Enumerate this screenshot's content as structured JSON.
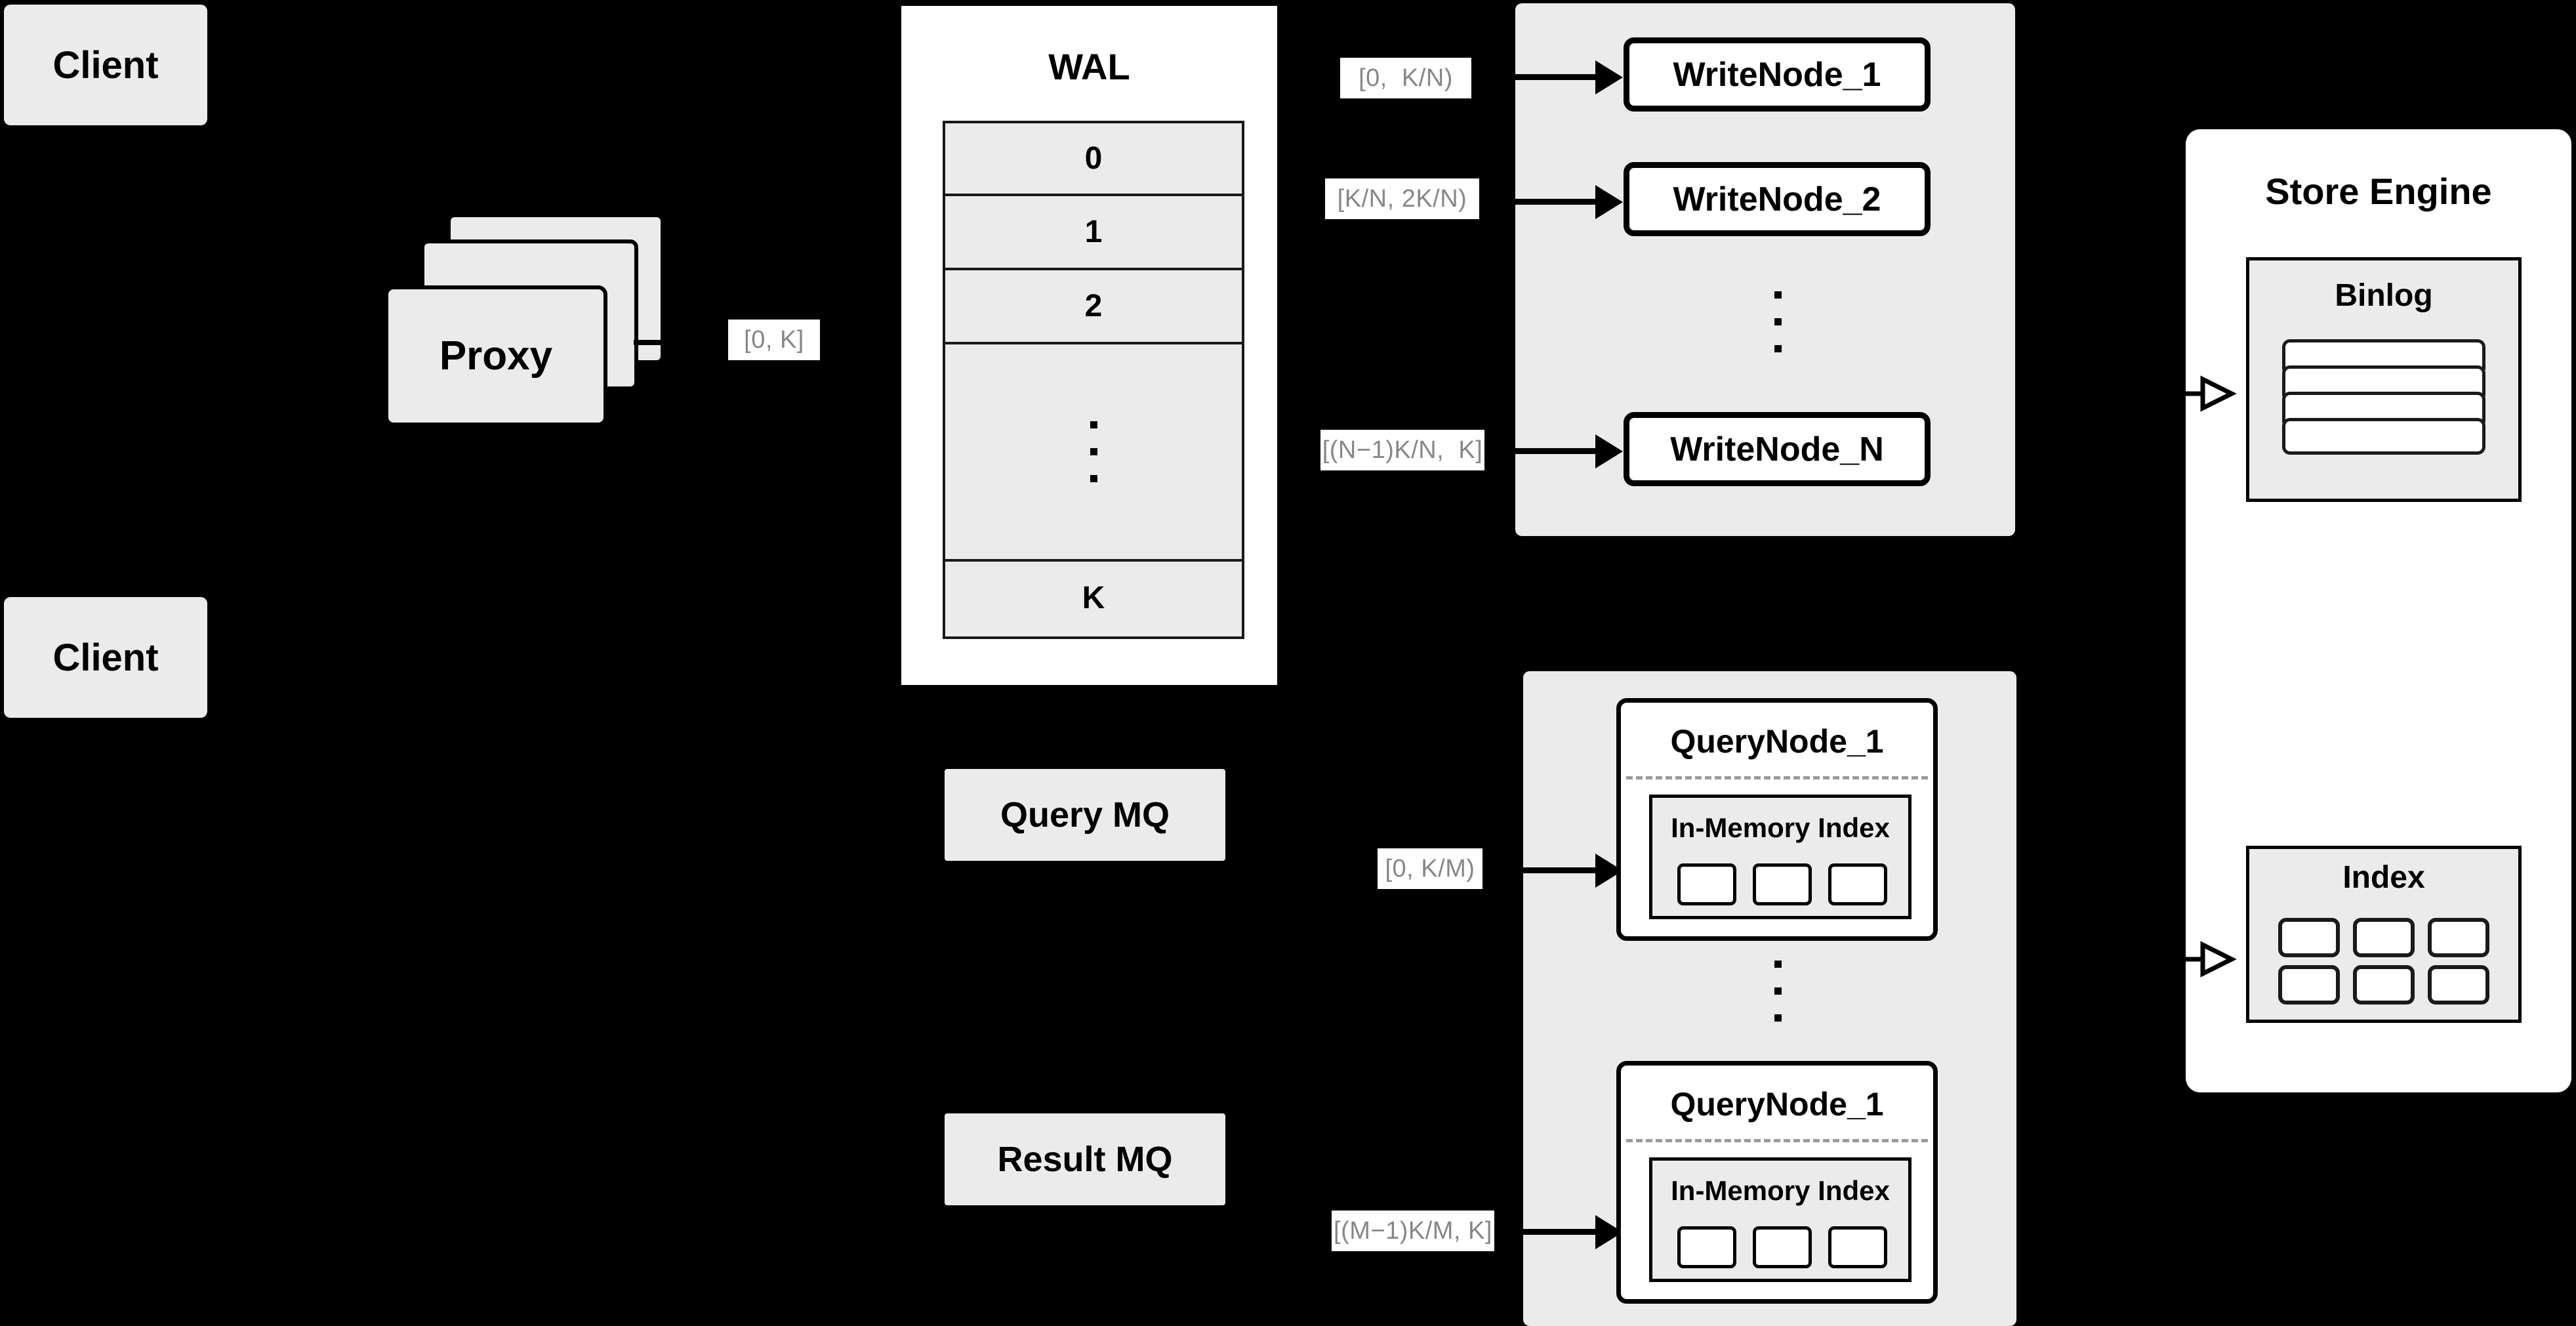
{
  "diagram": {
    "title": "Distributed write/query architecture",
    "background_color": "#000000",
    "node_fill": "#ebebeb",
    "panel_fill": "#ffffff",
    "label_text_color": "#878787"
  },
  "clients": [
    {
      "label": "Client"
    },
    {
      "label": "Client"
    }
  ],
  "proxy": {
    "label": "Proxy",
    "stack_count": 3
  },
  "labels": {
    "proxy_to_wal": "[0, K]",
    "wn1": "[0,  K/N)",
    "wn2": "[K/N, 2K/N)",
    "wnN": "[(N−1)K/N,  K]",
    "qn1": "[0, K/M)",
    "qnM": "[(M−1)K/M, K]"
  },
  "wal": {
    "title": "WAL",
    "rows": [
      "0",
      "1",
      "2",
      "⋮",
      "K"
    ],
    "dots_row_index": 3
  },
  "write_cluster": {
    "nodes": [
      {
        "label": "WriteNode_1"
      },
      {
        "label": "WriteNode_2"
      },
      {
        "label": "WriteNode_N"
      }
    ],
    "ellipsis_dots": 3
  },
  "query_cluster": {
    "nodes": [
      {
        "label": "QueryNode_1",
        "index": {
          "title": "In-Memory Index",
          "cells": 3
        }
      },
      {
        "label": "QueryNode_1",
        "index": {
          "title": "In-Memory Index",
          "cells": 3
        }
      }
    ],
    "ellipsis_dots": 3
  },
  "queues": [
    {
      "label": "Query MQ"
    },
    {
      "label": "Result MQ"
    }
  ],
  "store_engine": {
    "title": "Store Engine",
    "binlog": {
      "title": "Binlog",
      "bars": 4
    },
    "index": {
      "title": "Index",
      "cells": 6
    }
  }
}
